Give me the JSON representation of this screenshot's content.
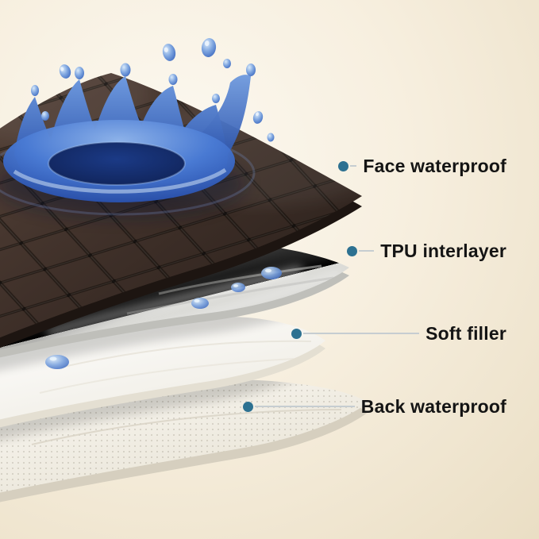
{
  "page": {
    "type": "product-infographic",
    "background_center": "#fbf7ee",
    "background_edge": "#e8dbc0"
  },
  "illustration": {
    "layers": [
      {
        "id": "face-waterproof",
        "surface_color": "#40312a"
      },
      {
        "id": "tpu-interlayer",
        "surface_color": "#e3e3e0"
      },
      {
        "id": "soft-filler",
        "surface_color": "#faf7f1"
      },
      {
        "id": "back-waterproof",
        "surface_color": "#f2eee4"
      }
    ],
    "splash_colors": {
      "deep": "#16348c",
      "mid": "#3f74d0",
      "light": "#a9c8ee"
    }
  },
  "callouts": {
    "dot_color": "#2d7191",
    "line_color": "#c6cdd1",
    "text_color": "#141414",
    "items": [
      {
        "label": "Face waterproof"
      },
      {
        "label": "TPU interlayer"
      },
      {
        "label": "Soft filler"
      },
      {
        "label": "Back waterproof"
      }
    ]
  }
}
